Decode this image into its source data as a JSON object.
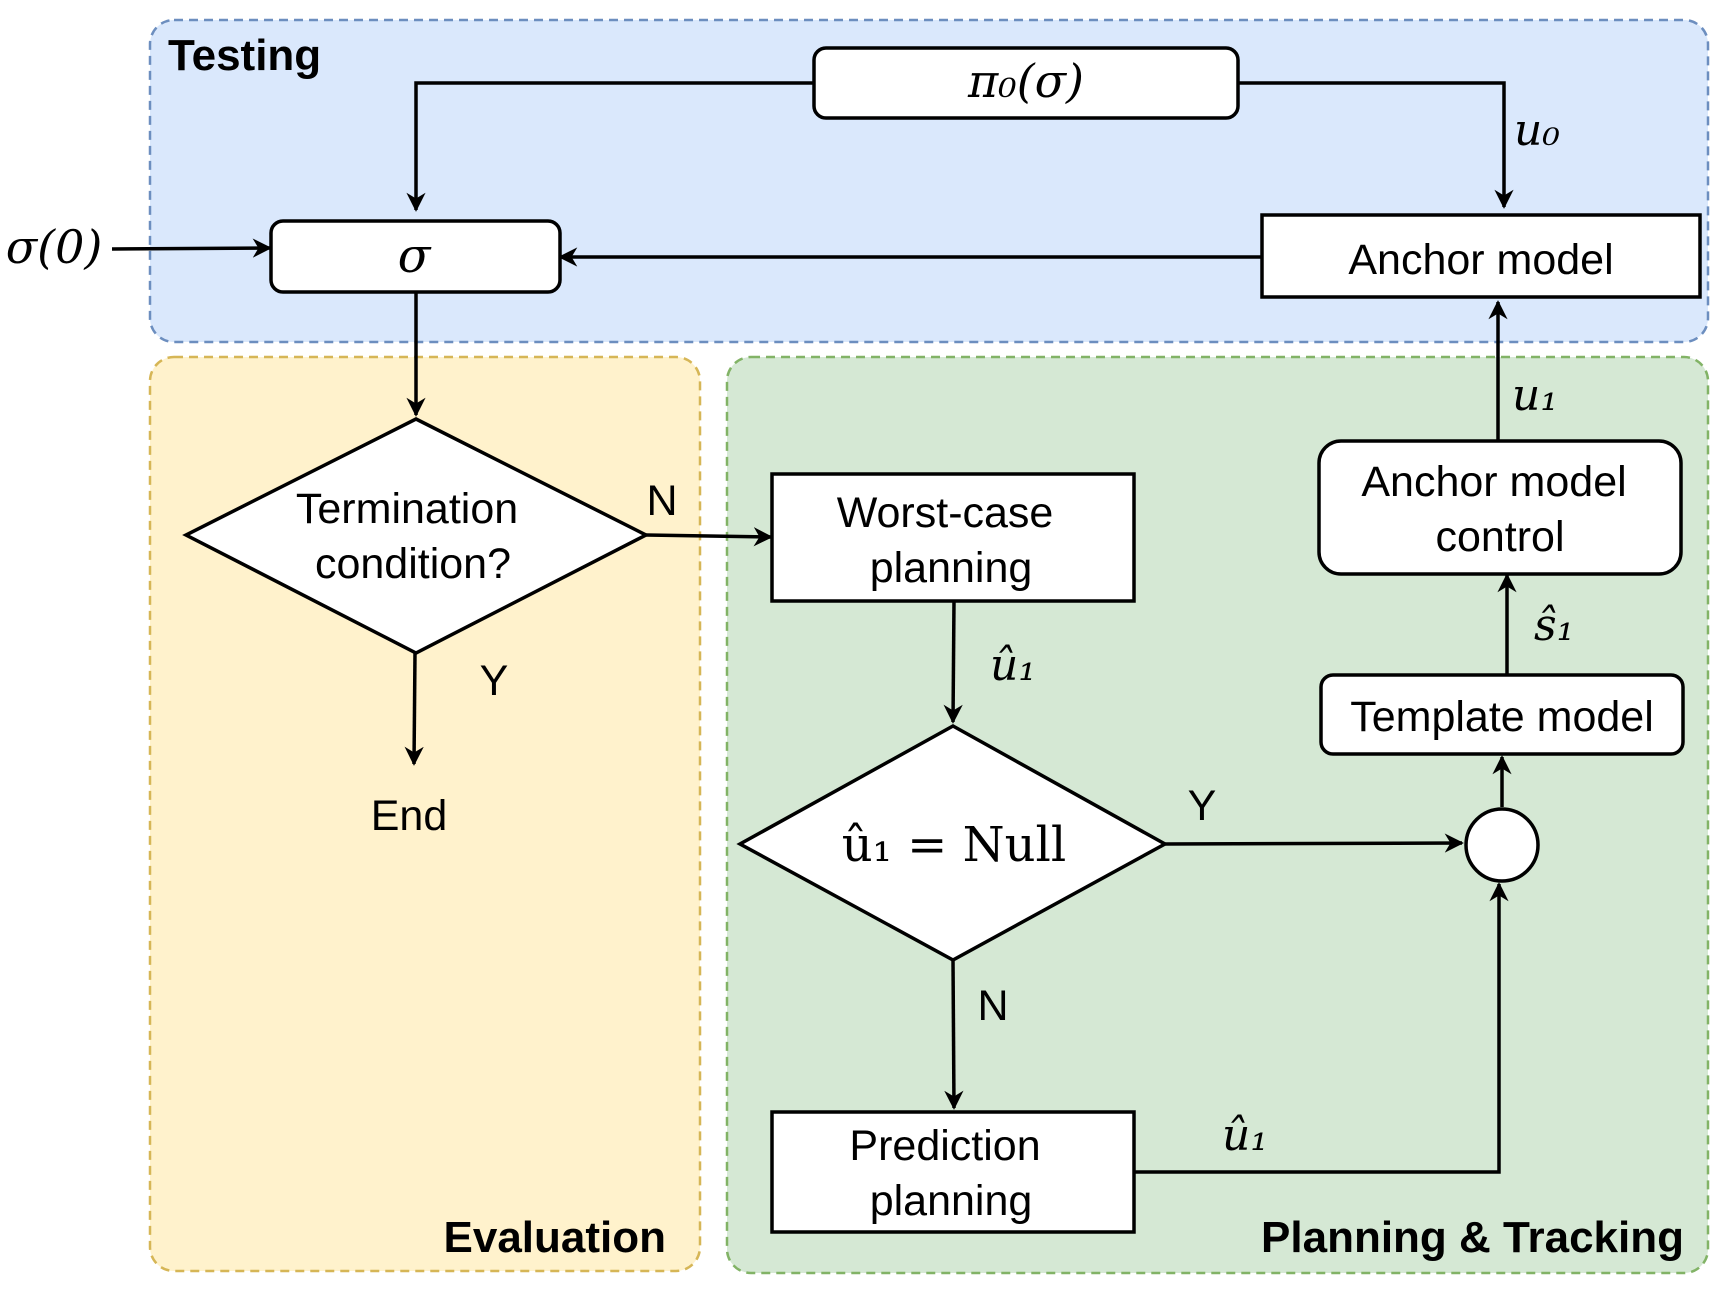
{
  "colors": {
    "testing_fill": "#dae8fc",
    "testing_stroke": "#6c8ebf",
    "evaluation_fill": "#fff2cc",
    "evaluation_stroke": "#d6b656",
    "planning_fill": "#d5e8d4",
    "planning_stroke": "#82b366"
  },
  "regions": {
    "testing": "Testing",
    "evaluation": "Evaluation",
    "planning": "Planning & Tracking"
  },
  "nodes": {
    "policy": "π₀(σ)",
    "sigma": "σ",
    "initial": "σ(0)",
    "anchor_model": "Anchor model",
    "termination_line1": "Termination",
    "termination_line2": "condition?",
    "end": "End",
    "worst_case_line1": "Worst-case",
    "worst_case_line2": "planning",
    "null_check": "û₁ = Null",
    "prediction_line1": "Prediction",
    "prediction_line2": "planning",
    "template_model": "Template model",
    "anchor_control_line1": "Anchor model",
    "anchor_control_line2": "control"
  },
  "edge_labels": {
    "u0": "u₀",
    "u1": "u₁",
    "s1hat": "ŝ₁",
    "u1hat_worst": "û₁",
    "u1hat_pred": "û₁",
    "termination_no": "N",
    "termination_yes": "Y",
    "null_yes": "Y",
    "null_no": "N"
  }
}
